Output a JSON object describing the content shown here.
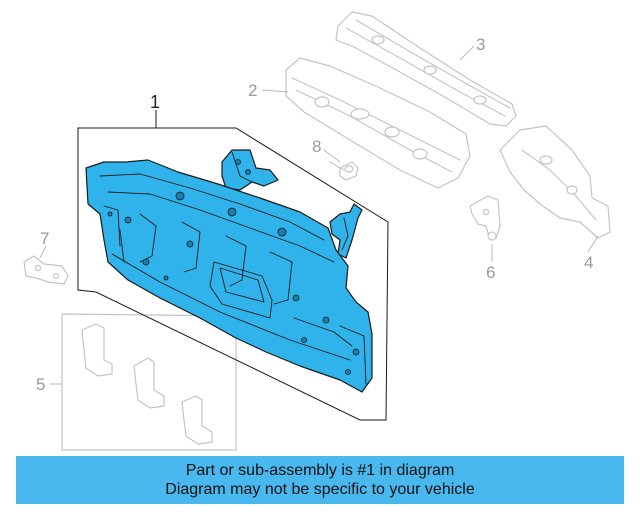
{
  "callouts": {
    "c1": "1",
    "c2": "2",
    "c3": "3",
    "c4": "4",
    "c5": "5",
    "c6": "6",
    "c7": "7",
    "c8": "8"
  },
  "banner": {
    "line1": "Part or sub-assembly is #1 in diagram",
    "line2": "Diagram may not be specific to your vehicle",
    "color": "#48b8ee"
  },
  "highlight_color": "#2fb3ea"
}
